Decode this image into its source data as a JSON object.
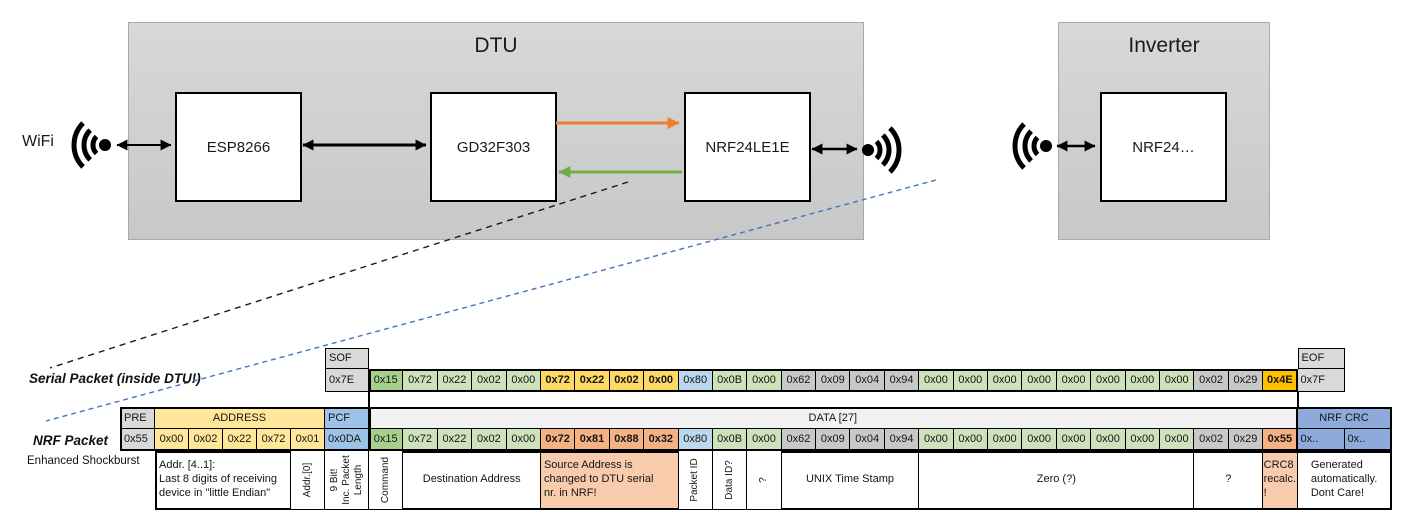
{
  "diagram": {
    "wifi_label": "WiFi",
    "dtu": {
      "title": "DTU",
      "chips": {
        "esp": "ESP8266",
        "gd": "GD32F303",
        "nrf": "NRF24LE1E"
      }
    },
    "inverter": {
      "title": "Inverter",
      "chip": "NRF24…"
    },
    "colors": {
      "orange_arrow": "#ED7D31",
      "green_arrow": "#70AD47",
      "blue_dashed": "#4472C4",
      "black": "#000000"
    }
  },
  "serial_packet": {
    "label": "Serial Packet (inside DTU!)",
    "sof": {
      "header": "SOF",
      "value": "0x7E"
    },
    "eof": {
      "header": "EOF",
      "value": "0x7F"
    },
    "bytes": [
      {
        "v": "0x15",
        "c": "g1"
      },
      {
        "v": "0x72",
        "c": "g"
      },
      {
        "v": "0x22",
        "c": "g"
      },
      {
        "v": "0x02",
        "c": "g"
      },
      {
        "v": "0x00",
        "c": "g"
      },
      {
        "v": "0x72",
        "c": "y"
      },
      {
        "v": "0x22",
        "c": "y"
      },
      {
        "v": "0x02",
        "c": "y"
      },
      {
        "v": "0x00",
        "c": "y"
      },
      {
        "v": "0x80",
        "c": "b"
      },
      {
        "v": "0x0B",
        "c": "g"
      },
      {
        "v": "0x00",
        "c": "g"
      },
      {
        "v": "0x62",
        "c": "gr"
      },
      {
        "v": "0x09",
        "c": "gr"
      },
      {
        "v": "0x04",
        "c": "gr"
      },
      {
        "v": "0x94",
        "c": "gr"
      },
      {
        "v": "0x00",
        "c": "g"
      },
      {
        "v": "0x00",
        "c": "g"
      },
      {
        "v": "0x00",
        "c": "g"
      },
      {
        "v": "0x00",
        "c": "g"
      },
      {
        "v": "0x00",
        "c": "g"
      },
      {
        "v": "0x00",
        "c": "g"
      },
      {
        "v": "0x00",
        "c": "g"
      },
      {
        "v": "0x00",
        "c": "g"
      },
      {
        "v": "0x02",
        "c": "gr"
      },
      {
        "v": "0x29",
        "c": "gr"
      },
      {
        "v": "0x4E",
        "c": "am"
      }
    ]
  },
  "nrf_packet": {
    "label": "NRF Packet",
    "sublabel": "Enhanced Shockburst",
    "pre": {
      "header": "PRE",
      "value": "0x55"
    },
    "address": {
      "header": "ADDRESS",
      "values": [
        {
          "v": "0x00",
          "c": "ya"
        },
        {
          "v": "0x02",
          "c": "ya"
        },
        {
          "v": "0x22",
          "c": "ya"
        },
        {
          "v": "0x72",
          "c": "ya"
        },
        {
          "v": "0x01",
          "c": "ya"
        }
      ]
    },
    "pcf": {
      "header": "PCF",
      "value": "0x0DA"
    },
    "data_header": "DATA [27]",
    "crc": {
      "header": "NRF CRC",
      "values": [
        "0x..",
        "0x.."
      ]
    },
    "bytes": [
      {
        "v": "0x15",
        "c": "g1"
      },
      {
        "v": "0x72",
        "c": "g"
      },
      {
        "v": "0x22",
        "c": "g"
      },
      {
        "v": "0x02",
        "c": "g"
      },
      {
        "v": "0x00",
        "c": "g"
      },
      {
        "v": "0x72",
        "c": "o"
      },
      {
        "v": "0x81",
        "c": "o"
      },
      {
        "v": "0x88",
        "c": "o"
      },
      {
        "v": "0x32",
        "c": "o"
      },
      {
        "v": "0x80",
        "c": "b"
      },
      {
        "v": "0x0B",
        "c": "g"
      },
      {
        "v": "0x00",
        "c": "g"
      },
      {
        "v": "0x62",
        "c": "gr"
      },
      {
        "v": "0x09",
        "c": "gr"
      },
      {
        "v": "0x04",
        "c": "gr"
      },
      {
        "v": "0x94",
        "c": "gr"
      },
      {
        "v": "0x00",
        "c": "g"
      },
      {
        "v": "0x00",
        "c": "g"
      },
      {
        "v": "0x00",
        "c": "g"
      },
      {
        "v": "0x00",
        "c": "g"
      },
      {
        "v": "0x00",
        "c": "g"
      },
      {
        "v": "0x00",
        "c": "g"
      },
      {
        "v": "0x00",
        "c": "g"
      },
      {
        "v": "0x00",
        "c": "g"
      },
      {
        "v": "0x02",
        "c": "gr"
      },
      {
        "v": "0x29",
        "c": "gr"
      },
      {
        "v": "0x55",
        "c": "o"
      }
    ]
  },
  "annotations": {
    "addr41": "Addr. [4..1]:\nLast 8 digits of receiving\ndevice in \"little Endian\"",
    "addr0": "Addr.[0]",
    "pcf_note": "9 Bit!\nInc. Packet\nLength",
    "command": "Command",
    "dest_addr": "Destination Address",
    "src_addr": "Source Address is\nchanged to DTU serial\nnr. in NRF!",
    "packet_id": "Packet ID",
    "data_id": "Data ID?",
    "q1": "?",
    "unix": "UNIX Time Stamp",
    "zero": "Zero (?)",
    "q2": "?",
    "crc8": "CRC8\nrecalc.\n!",
    "generated": "Generated\nautomatically.\nDont Care!"
  }
}
